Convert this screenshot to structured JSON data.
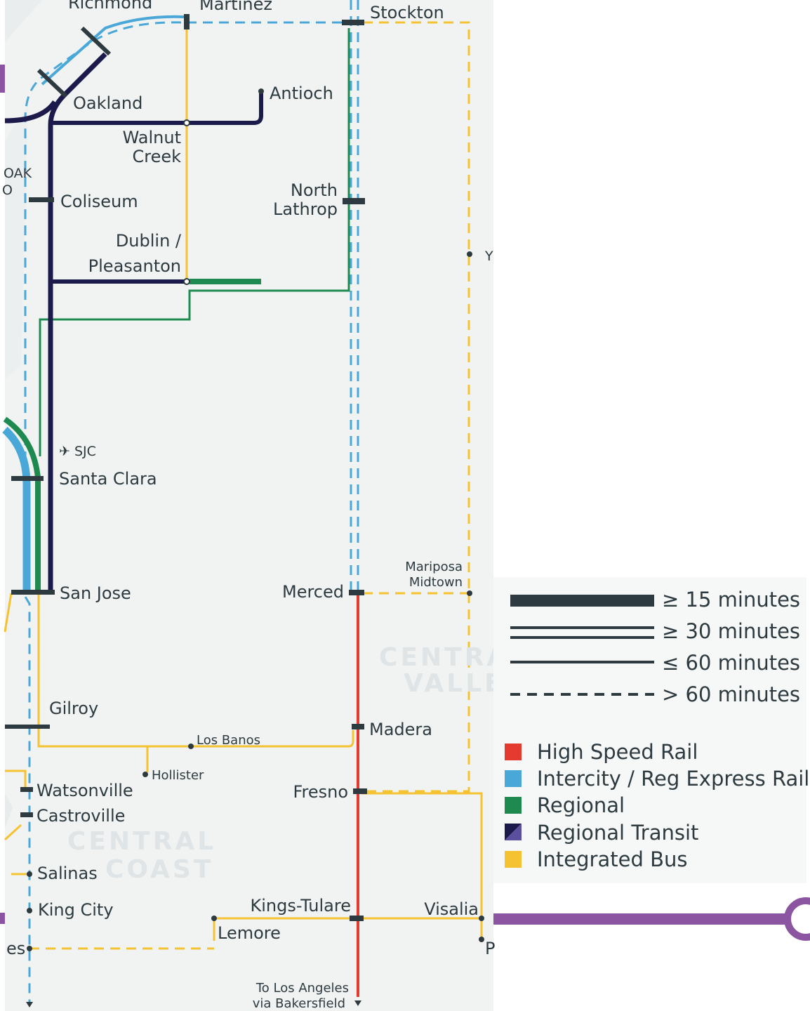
{
  "map": {
    "stations": {
      "richmond": "Richmond",
      "martinez": "Martinez",
      "stockton": "Stockton",
      "oakland": "Oakland",
      "antioch": "Antioch",
      "walnut_creek_1": "Walnut",
      "walnut_creek_2": "Creek",
      "oak_1": "OAK",
      "oak_2": "O",
      "coliseum": "Coliseum",
      "north_lathrop_1": "North",
      "north_lathrop_2": "Lathrop",
      "dublin_1": "Dublin /",
      "dublin_2": "Pleasanton",
      "y_partial": "Y",
      "sjc": "✈ SJC",
      "santa_clara": "Santa Clara",
      "mariposa_1": "Mariposa",
      "mariposa_2": "Midtown",
      "san_jose": "San Jose",
      "merced": "Merced",
      "gilroy": "Gilroy",
      "madera": "Madera",
      "los_banos": "Los Banos",
      "hollister": "Hollister",
      "watsonville": "Watsonville",
      "fresno": "Fresno",
      "castroville": "Castroville",
      "salinas": "Salinas",
      "king_city": "King City",
      "kings_tulare": "Kings-Tulare",
      "visalia": "Visalia",
      "lemore": "Lemore",
      "es_partial": "es",
      "p_partial": "P",
      "to_la_1": "To Los Angeles",
      "to_la_2": "via Bakersfield"
    },
    "regions": {
      "central_valley_1": "CENTRAL",
      "central_valley_2": "VALLEY",
      "central_coast_1": "CENTRAL",
      "central_coast_2": "COAST"
    }
  },
  "legend": {
    "frequency": [
      {
        "label": "≥ 15 minutes"
      },
      {
        "label": "≥ 30 minutes"
      },
      {
        "label": "≤ 60 minutes"
      },
      {
        "label": "> 60 minutes"
      }
    ],
    "services": [
      {
        "label": "High Speed Rail",
        "color": "#e53a2f"
      },
      {
        "label": "Intercity / Reg Express Rail",
        "color": "#4aa8d8"
      },
      {
        "label": "Regional",
        "color": "#1e8a4f"
      },
      {
        "label": "Regional Transit",
        "color": "#1c1a4a"
      },
      {
        "label": "Integrated Bus",
        "color": "#f5c231"
      }
    ]
  },
  "colors": {
    "hsr": "#e53a2f",
    "intercity": "#4aa8d8",
    "regional": "#1e8a4f",
    "transit": "#1c1a4a",
    "transit_alt": "#5b4f9e",
    "bus": "#f5c231",
    "route_purple": "#8b55a1",
    "background": "#f1f3f3"
  }
}
